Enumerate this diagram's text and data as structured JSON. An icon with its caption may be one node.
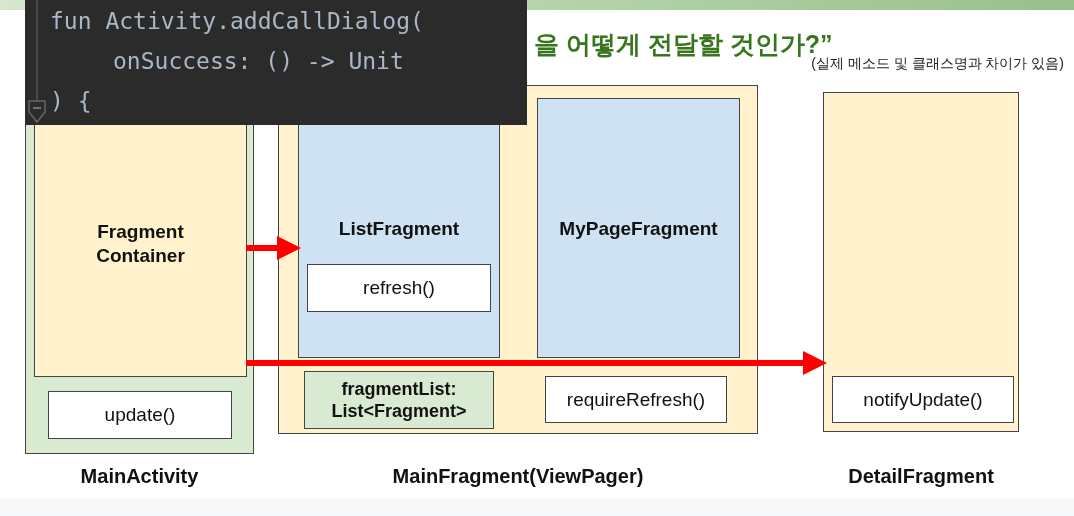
{
  "diagram": {
    "title": "을 어떻게 전달할 것인가?”",
    "nodes": [
      {
        "text": [
          "MainActivity"
        ]
      },
      {
        "text": [
          "Fragment Container"
        ],
        "in": 0
      },
      {
        "text": [
          "update()"
        ],
        "in": 0
      },
      {
        "text": [
          "MainFragment(ViewPager)"
        ]
      },
      {
        "text": [
          "ListFragment"
        ],
        "in": 3
      },
      {
        "text": [
          "refresh()"
        ],
        "in": 4
      },
      {
        "text": [
          "MyPageFragment"
        ],
        "in": 3
      },
      {
        "text": [
          "fragmentList: List<Fragment>"
        ],
        "in": 3
      },
      {
        "text": [
          "requireRefresh()"
        ],
        "in": 3
      },
      {
        "text": [
          "DetailFragment"
        ]
      },
      {
        "text": [
          "notifyUpdate()"
        ],
        "in": 9
      }
    ],
    "edges": [
      {
        "from": 1,
        "to": 4,
        "arrow": "to"
      },
      {
        "from": 1,
        "to": 9,
        "arrow": "to"
      }
    ],
    "labels": [
      "(실제 메소드 및 클래스명과 차이가 있음)",
      "fun Activity.addCallDialog(",
      "onSuccess: () -> Unit",
      ") {"
    ]
  }
}
